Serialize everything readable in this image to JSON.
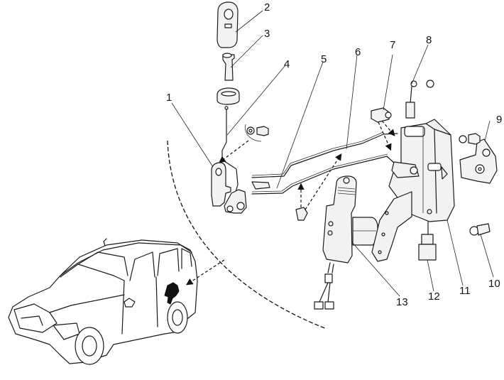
{
  "diagram": {
    "subject": "Rear door lock mechanism exploded view",
    "callouts": [
      {
        "id": "1",
        "label": "1"
      },
      {
        "id": "2",
        "label": "2"
      },
      {
        "id": "3",
        "label": "3"
      },
      {
        "id": "4",
        "label": "4"
      },
      {
        "id": "5",
        "label": "5"
      },
      {
        "id": "6",
        "label": "6"
      },
      {
        "id": "7",
        "label": "7"
      },
      {
        "id": "8",
        "label": "8"
      },
      {
        "id": "9",
        "label": "9"
      },
      {
        "id": "10",
        "label": "10"
      },
      {
        "id": "11",
        "label": "11"
      },
      {
        "id": "12",
        "label": "12"
      },
      {
        "id": "13",
        "label": "13"
      }
    ],
    "colors": {
      "ink": "#1a1a1a",
      "background": "#ffffff",
      "fill": "#f2f2f2"
    }
  }
}
